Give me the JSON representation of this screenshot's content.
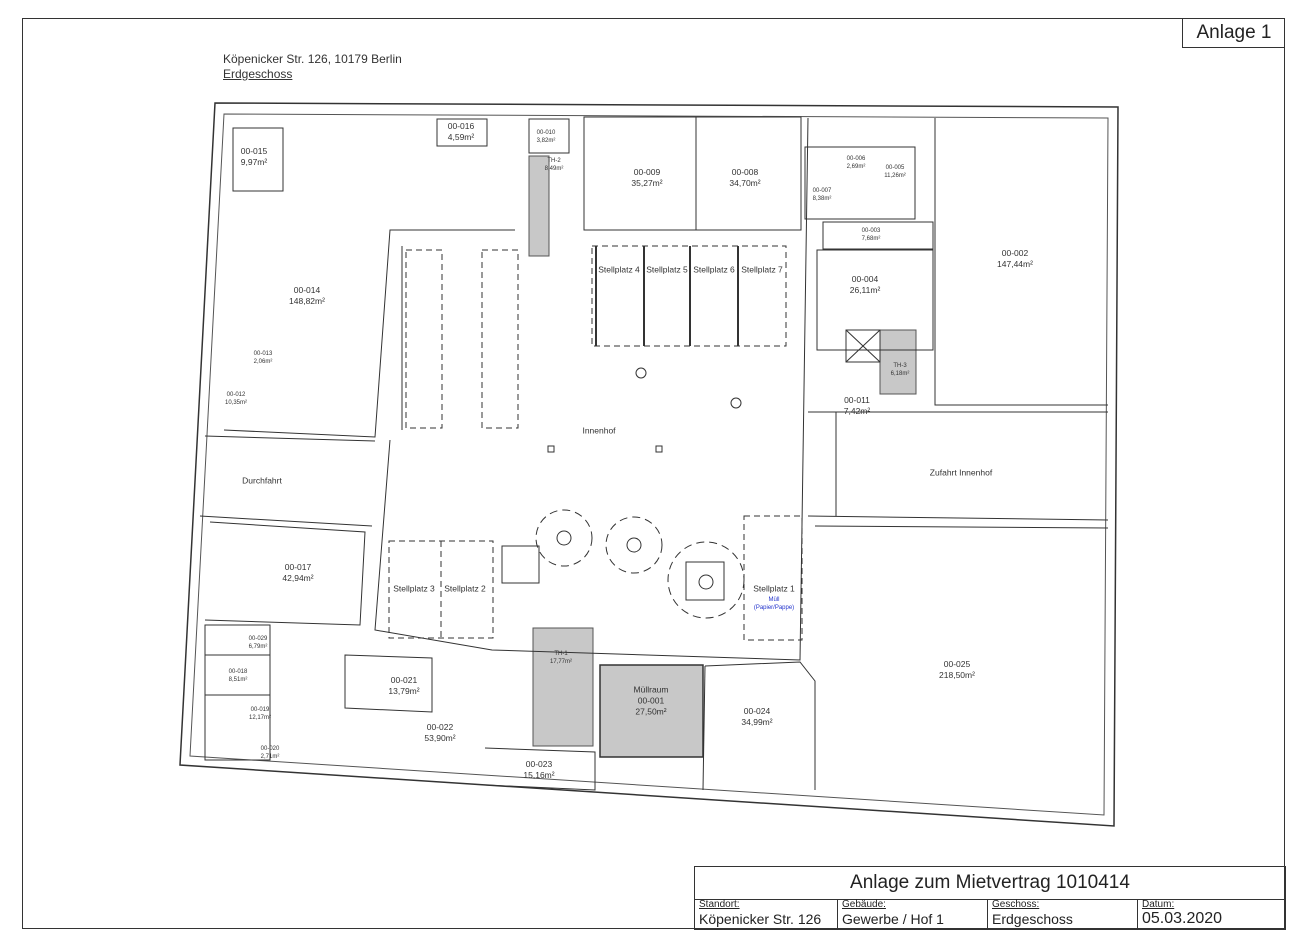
{
  "header": {
    "annex": "Anlage 1",
    "address": "Köpenicker Str. 126, 10179 Berlin",
    "floor": "Erdgeschoss"
  },
  "rooms": {
    "r015": {
      "id": "00-015",
      "area": "9,97m²"
    },
    "r016": {
      "id": "00-016",
      "area": "4,59m²"
    },
    "r010": {
      "id": "00-010",
      "area": "3,82m²"
    },
    "th2": {
      "id": "TH-2",
      "area": "8,49m²"
    },
    "r009": {
      "id": "00-009",
      "area": "35,27m²"
    },
    "r008": {
      "id": "00-008",
      "area": "34,70m²"
    },
    "r006": {
      "id": "00-006",
      "area": "2,69m²"
    },
    "r005": {
      "id": "00-005",
      "area": "11,26m²"
    },
    "r007": {
      "id": "00-007",
      "area": "8,38m²"
    },
    "r003": {
      "id": "00-003",
      "area": "7,68m²"
    },
    "r004": {
      "id": "00-004",
      "area": "26,11m²"
    },
    "r002": {
      "id": "00-002",
      "area": "147,44m²"
    },
    "r014": {
      "id": "00-014",
      "area": "148,82m²"
    },
    "r013": {
      "id": "00-013",
      "area": "2,06m²"
    },
    "r012": {
      "id": "00-012",
      "area": "10,35m²"
    },
    "th3": {
      "id": "TH-3",
      "area": "6,18m²"
    },
    "r011": {
      "id": "00-011",
      "area": "7,42m²"
    },
    "r017": {
      "id": "00-017",
      "area": "42,94m²"
    },
    "r025": {
      "id": "00-025",
      "area": "218,50m²"
    },
    "r029": {
      "id": "00-029",
      "area": "6,79m²"
    },
    "r018": {
      "id": "00-018",
      "area": "8,51m²"
    },
    "r019": {
      "id": "00-019",
      "area": "12,17m²"
    },
    "r020": {
      "id": "00-020",
      "area": "2,71m²"
    },
    "r021": {
      "id": "00-021",
      "area": "13,79m²"
    },
    "r022": {
      "id": "00-022",
      "area": "53,90m²"
    },
    "th1": {
      "id": "TH-1",
      "area": "17,77m²"
    },
    "r001": {
      "name": "Müllraum",
      "id": "00-001",
      "area": "27,50m²"
    },
    "r024": {
      "id": "00-024",
      "area": "34,99m²"
    },
    "r023": {
      "id": "00-023",
      "area": "15,16m²"
    }
  },
  "areas": {
    "innenhof": "Innenhof",
    "durchfahrt": "Durchfahrt",
    "zufahrt": "Zufahrt Innenhof",
    "stellplatz1": "Stellplatz 1",
    "stellplatz1_note1": "Müll",
    "stellplatz1_note2": "(Papier/Pappe)",
    "stellplatz2": "Stellplatz 2",
    "stellplatz3": "Stellplatz 3",
    "stellplatz4": "Stellplatz 4",
    "stellplatz5": "Stellplatz 5",
    "stellplatz6": "Stellplatz 6",
    "stellplatz7": "Stellplatz 7"
  },
  "title_block": {
    "title": "Anlage zum Mietvertrag 1010414",
    "fields": [
      {
        "label": "Standort:",
        "value": "Köpenicker Str. 126"
      },
      {
        "label": "Gebäude:",
        "value": "Gewerbe / Hof 1"
      },
      {
        "label": "Geschoss:",
        "value": "Erdgeschoss"
      },
      {
        "label": "Datum:",
        "value": "05.03.2020"
      }
    ]
  },
  "colors": {
    "stair_fill": "#c8c8c8",
    "note_blue": "#2233cc"
  }
}
